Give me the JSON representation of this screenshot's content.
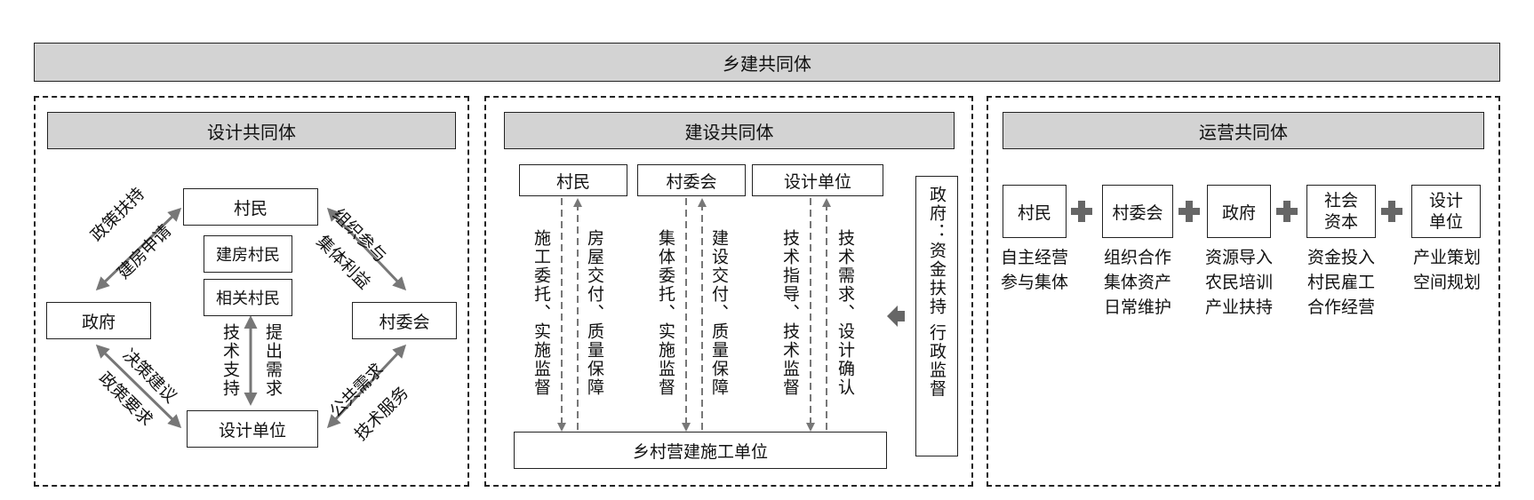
{
  "header": {
    "title": "乡建共同体"
  },
  "design": {
    "title": "设计共同体",
    "villagers": "村民",
    "build_villagers": "建房村民",
    "related_villagers": "相关村民",
    "government": "政府",
    "committee": "村委会",
    "design_unit": "设计单位",
    "gov_to_vill_1": "政策扶持",
    "gov_to_vill_2": "建房申请",
    "vill_to_com_1": "组织参与",
    "vill_to_com_2": "集体利益",
    "gov_to_design_1": "决策建议",
    "gov_to_design_2": "政策要求",
    "com_to_design_1": "公共需求",
    "com_to_design_2": "技术服务",
    "tech_support": "技术支持",
    "raise_needs": "提出需求"
  },
  "build": {
    "title": "建设共同体",
    "villagers": "村民",
    "committee": "村委会",
    "design_unit": "设计单位",
    "construction_unit": "乡村营建施工单位",
    "v_down": "施工委托、实施监督",
    "v_up": "房屋交付、质量保障",
    "c_down": "集体委托、实施监督",
    "c_up": "建设交付、质量保障",
    "d_down": "技术指导、技术监督",
    "d_up": "技术需求、设计确认",
    "government_note": "政府：资金扶持 行政监督"
  },
  "operate": {
    "title": "运营共同体",
    "items": [
      {
        "name": "村民",
        "desc": [
          "自主经营",
          "参与集体"
        ]
      },
      {
        "name": "村委会",
        "desc": [
          "组织合作",
          "集体资产",
          "日常维护"
        ]
      },
      {
        "name": "政府",
        "desc": [
          "资源导入",
          "农民培训",
          "产业扶持"
        ]
      },
      {
        "name": "社会资本",
        "desc": [
          "资金投入",
          "村民雇工",
          "合作经营"
        ]
      },
      {
        "name": "设计单位",
        "desc": [
          "产业策划",
          "空间规划"
        ]
      }
    ]
  },
  "colors": {
    "bar_fill": "#d3d3d3",
    "arrow_gray": "#777777",
    "line": "#222222"
  }
}
